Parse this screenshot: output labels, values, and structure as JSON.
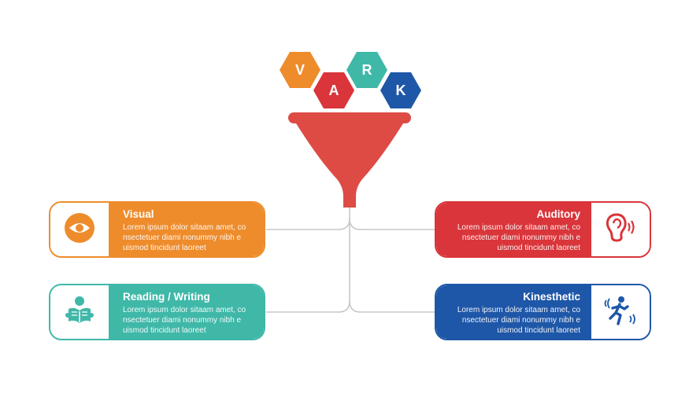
{
  "hexagons": [
    {
      "letter": "V",
      "color": "#ee8c2c"
    },
    {
      "letter": "A",
      "color": "#d9353a"
    },
    {
      "letter": "R",
      "color": "#3fb8a8"
    },
    {
      "letter": "K",
      "color": "#1f57a8"
    }
  ],
  "funnel": {
    "color": "#de4b45"
  },
  "connector_color": "#c8c8c8",
  "cards": [
    {
      "title": "Visual",
      "desc_line1": "Lorem ipsum dolor sitaam amet, co",
      "desc_line2": "nsectetuer diami nonummy  nibh e",
      "desc_line3": "uismod tincidunt laoreet",
      "color": "#ee8c2c",
      "icon": "eye-icon"
    },
    {
      "title": "Reading / Writing",
      "desc_line1": "Lorem ipsum dolor sitaam amet, co",
      "desc_line2": "nsectetuer diami nonummy  nibh e",
      "desc_line3": "uismod tincidunt laoreet",
      "color": "#3fb8a8",
      "icon": "reading-person-icon"
    },
    {
      "title": "Auditory",
      "desc_line1": "Lorem ipsum dolor sitaam amet, co",
      "desc_line2": "nsectetuer diami nonummy  nibh e",
      "desc_line3": "uismod tincidunt laoreet",
      "color": "#d9353a",
      "icon": "ear-icon"
    },
    {
      "title": "Kinesthetic",
      "desc_line1": "Lorem ipsum dolor sitaam amet, co",
      "desc_line2": "nsectetuer diami nonummy  nibh e",
      "desc_line3": "uismod tincidunt laoreet",
      "color": "#1f57a8",
      "icon": "running-person-icon"
    }
  ]
}
